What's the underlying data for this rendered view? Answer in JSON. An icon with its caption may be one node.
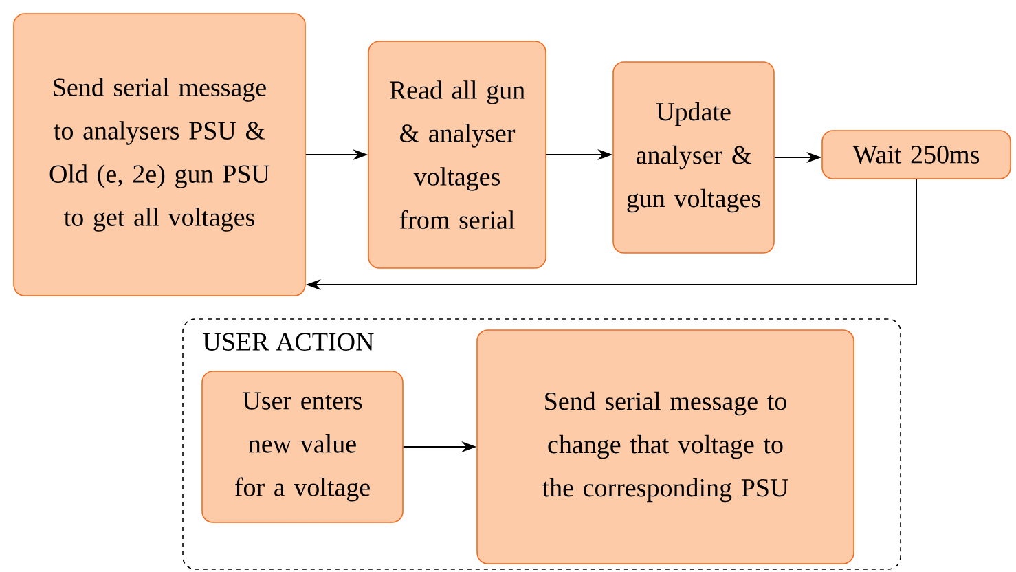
{
  "diagram": {
    "nodes": [
      {
        "text": [
          "Send serial message to analysers PSU & Old (e, 2e) gun PSU to get all voltages"
        ]
      },
      {
        "text": [
          "Read all gun & analyser voltages from serial"
        ]
      },
      {
        "text": [
          "Update analyser & gun voltages"
        ]
      },
      {
        "text": [
          "Wait 250ms"
        ]
      },
      {
        "text": [
          "USER ACTION"
        ]
      },
      {
        "text": [
          "User enters new value for a voltage"
        ],
        "in": 4
      },
      {
        "text": [
          "Send serial message to change that voltage to the corresponding PSU"
        ],
        "in": 4
      }
    ],
    "edges": [
      {
        "from": 0,
        "to": 1,
        "arrow": "to"
      },
      {
        "from": 1,
        "to": 2,
        "arrow": "to"
      },
      {
        "from": 2,
        "to": 3,
        "arrow": "to"
      },
      {
        "from": 3,
        "to": 0,
        "arrow": "to"
      },
      {
        "from": 5,
        "to": 6,
        "arrow": "to"
      }
    ]
  }
}
